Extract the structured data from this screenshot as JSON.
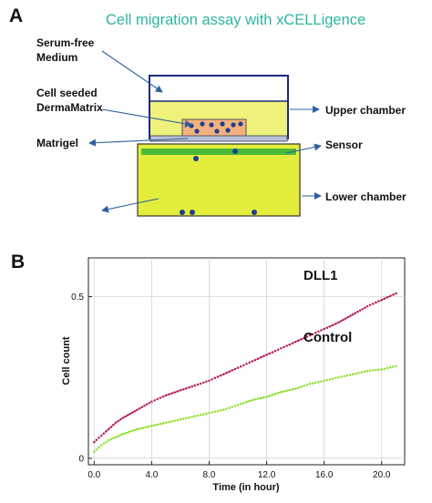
{
  "panel_a": {
    "letter": "A",
    "title": "Cell migration assay with xCELLigence",
    "labels": {
      "serum_free_1": "Serum-free",
      "serum_free_2": "Medium",
      "cell_seeded_1": "Cell seeded",
      "cell_seeded_2": "DermaMatrix",
      "matrigel": "Matrigel",
      "upper_chamber": "Upper chamber",
      "sensor": "Sensor",
      "lower_chamber": "Lower chamber"
    },
    "colors": {
      "medium_yellow": "#eef27a",
      "chamber_border": "#1b2a7a",
      "matrix_fill": "#f2b27e",
      "cell_dot": "#1e3f8f",
      "sensor_green": "#4cb83a",
      "lower_yellow": "#e3ee3c",
      "arrow": "#2e5f9f"
    }
  },
  "panel_b": {
    "letter": "B",
    "chart_data": {
      "type": "line",
      "xlabel": "Time (in hour)",
      "ylabel": "Cell count",
      "xlim": [
        -0.4,
        21.6
      ],
      "ylim": [
        -0.02,
        0.62
      ],
      "x_ticks": [
        "0.0",
        "4.0",
        "8.0",
        "12.0",
        "16.0",
        "20.0"
      ],
      "y_ticks": [
        "0",
        "0.5"
      ],
      "grid": true,
      "series": [
        {
          "name": "DLL1",
          "color": "#b5225a",
          "x": [
            0,
            0.5,
            1,
            1.5,
            2,
            3,
            4,
            5,
            6,
            7,
            8,
            9,
            10,
            11,
            12,
            13,
            14,
            15,
            16,
            17,
            18,
            19,
            20,
            21
          ],
          "values": [
            0.05,
            0.07,
            0.09,
            0.11,
            0.125,
            0.15,
            0.175,
            0.195,
            0.21,
            0.225,
            0.24,
            0.26,
            0.28,
            0.3,
            0.32,
            0.34,
            0.36,
            0.38,
            0.4,
            0.42,
            0.445,
            0.47,
            0.49,
            0.51
          ]
        },
        {
          "name": "Control",
          "color": "#8ee031",
          "x": [
            0,
            0.5,
            1,
            1.5,
            2,
            3,
            4,
            5,
            6,
            7,
            8,
            9,
            10,
            11,
            12,
            13,
            14,
            15,
            16,
            17,
            18,
            19,
            20,
            21
          ],
          "values": [
            0.02,
            0.04,
            0.055,
            0.065,
            0.075,
            0.09,
            0.1,
            0.11,
            0.12,
            0.13,
            0.14,
            0.15,
            0.165,
            0.18,
            0.19,
            0.205,
            0.215,
            0.23,
            0.24,
            0.25,
            0.26,
            0.27,
            0.275,
            0.285
          ]
        }
      ]
    }
  }
}
